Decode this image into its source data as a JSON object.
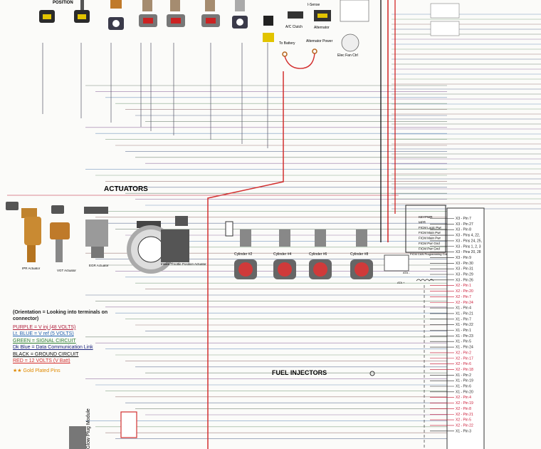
{
  "title_top": "POSITION",
  "top_labels": {
    "ac_clutch": "A/C Clutch",
    "i_sense": "I-Sense",
    "alternator": "Alternator",
    "to_battery": "To Battery",
    "alternator_power": "Alternator Power",
    "elec_fan_ctrl": "Elec Fan Ctrl"
  },
  "actuators": {
    "heading": "ACTUATORS",
    "items": [
      {
        "label": "IPR Actuator"
      },
      {
        "label": "VGT Actuator"
      },
      {
        "label": "EGR Actuator"
      },
      {
        "label": "Intake Throttle Position Actuator"
      }
    ]
  },
  "injectors": {
    "heading": "FUEL INJECTORS",
    "cylinders": [
      "Cylinder #2",
      "Cylinder #4",
      "Cylinder #6",
      "Cylinder #8"
    ]
  },
  "ficm": {
    "labels": [
      "KEYPWR",
      "MPR",
      "FICM Logic Pwr",
      "FICM Main Pwr",
      "FICM Main Pwr",
      "FICM Pwr Gnd",
      "FICM Pwr Gnd"
    ],
    "prog_connector": "FICM CAN Programming Connector",
    "ata_minus": "ATA -",
    "ata_plus": "ATA +"
  },
  "pin_labels": [
    {
      "text": "X3 - Pin 7",
      "color": "#222222"
    },
    {
      "text": "X3 - Pin 27",
      "color": "#222222"
    },
    {
      "text": "X3 - Pin 8",
      "color": "#222222"
    },
    {
      "text": "X3 - Pins 4, 22,",
      "color": "#222222"
    },
    {
      "text": "X3 - Pins 24, 25,",
      "color": "#222222"
    },
    {
      "text": "X3 - Pins 1, 2, 3",
      "color": "#222222"
    },
    {
      "text": "X3 - Pins 20, 28",
      "color": "#222222"
    },
    {
      "text": "X3 - Pin 9",
      "color": "#222222"
    },
    {
      "text": "X3 - Pin 30",
      "color": "#222222"
    },
    {
      "text": "X3 - Pin 31",
      "color": "#222222"
    },
    {
      "text": "X3 - Pin 29",
      "color": "#222222"
    },
    {
      "text": "X3 - Pin 26",
      "color": "#222222"
    },
    {
      "text": "X2 - Pin 1",
      "color": "#c8102e"
    },
    {
      "text": "X2 - Pin 20",
      "color": "#c8102e"
    },
    {
      "text": "X2 - Pin 7",
      "color": "#c8102e"
    },
    {
      "text": "X2 - Pin 24",
      "color": "#c8102e"
    },
    {
      "text": "X1 - Pin 4",
      "color": "#222222"
    },
    {
      "text": "X1 - Pin 21",
      "color": "#222222"
    },
    {
      "text": "X1 - Pin 7",
      "color": "#222222"
    },
    {
      "text": "X1 - Pin 22",
      "color": "#222222"
    },
    {
      "text": "X1 - Pin 1",
      "color": "#222222"
    },
    {
      "text": "X1 - Pin 23",
      "color": "#222222"
    },
    {
      "text": "X1 - Pin 5",
      "color": "#222222"
    },
    {
      "text": "X1 - Pin 24",
      "color": "#222222"
    },
    {
      "text": "X2 - Pin 2",
      "color": "#c8102e"
    },
    {
      "text": "X2 - Pin 17",
      "color": "#c8102e"
    },
    {
      "text": "X2 - Pin 6",
      "color": "#c8102e"
    },
    {
      "text": "X2 - Pin 18",
      "color": "#c8102e"
    },
    {
      "text": "X1 - Pin 2",
      "color": "#222222"
    },
    {
      "text": "X1 - Pin 19",
      "color": "#222222"
    },
    {
      "text": "X1 - Pin 6",
      "color": "#222222"
    },
    {
      "text": "X1 - Pin 20",
      "color": "#222222"
    },
    {
      "text": "X2 - Pin 4",
      "color": "#c8102e"
    },
    {
      "text": "X2 - Pin 19",
      "color": "#c8102e"
    },
    {
      "text": "X2 - Pin 8",
      "color": "#c8102e"
    },
    {
      "text": "X2 - Pin 21",
      "color": "#c8102e"
    },
    {
      "text": "X2 - Pin 5",
      "color": "#c8102e"
    },
    {
      "text": "X2 - Pin 22",
      "color": "#c8102e"
    },
    {
      "text": "X1 - Pin 3",
      "color": "#222222"
    }
  ],
  "legend": {
    "heading": "(Orientation = Looking into terminals on connector)",
    "items": [
      {
        "text": "PURPLE = V inj (48 VOLTS)",
        "color": "#b01f3c"
      },
      {
        "text": "Lt. BLUE = V ref (5 VOLTS)",
        "color": "#1f5fb0"
      },
      {
        "text": "GREEN = SIGNAL CIRCUIT",
        "color": "#2e7d32"
      },
      {
        "text": "Dk Blue = Data Communication Link",
        "color": "#1a237e"
      },
      {
        "text": "BLACK = GROUND CIRCUIT",
        "color": "#111111"
      },
      {
        "text": "RED = 12 VOLTS (V Batt)",
        "color": "#d32f2f"
      }
    ],
    "gold_note": "Gold Plated Pins",
    "gold_color": "#e08a00"
  },
  "bottom_module": "Glow Plug Module"
}
